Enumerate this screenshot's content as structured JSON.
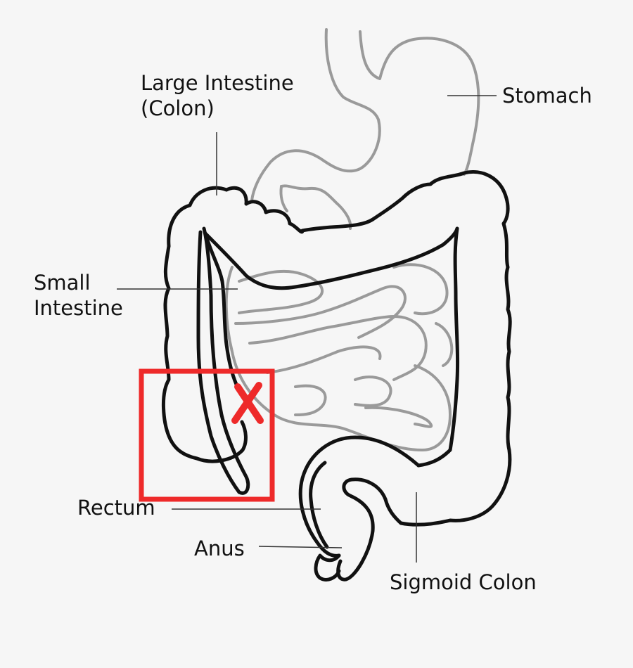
{
  "labels": {
    "large_intestine_line1": "Large Intestine",
    "large_intestine_line2": "(Colon)",
    "stomach": "Stomach",
    "small_intestine_line1": "Small",
    "small_intestine_line2": "Intestine",
    "rectum": "Rectum",
    "anus": "Anus",
    "sigmoid_colon": "Sigmoid Colon"
  },
  "colors": {
    "background": "#f6f6f6",
    "organ_outline": "#111111",
    "stomach_outline": "#9a9a9a",
    "highlight_box": "#ee2a2a",
    "cross_mark": "#ee2a2a"
  },
  "icons": {
    "cross": "x-mark-icon"
  }
}
